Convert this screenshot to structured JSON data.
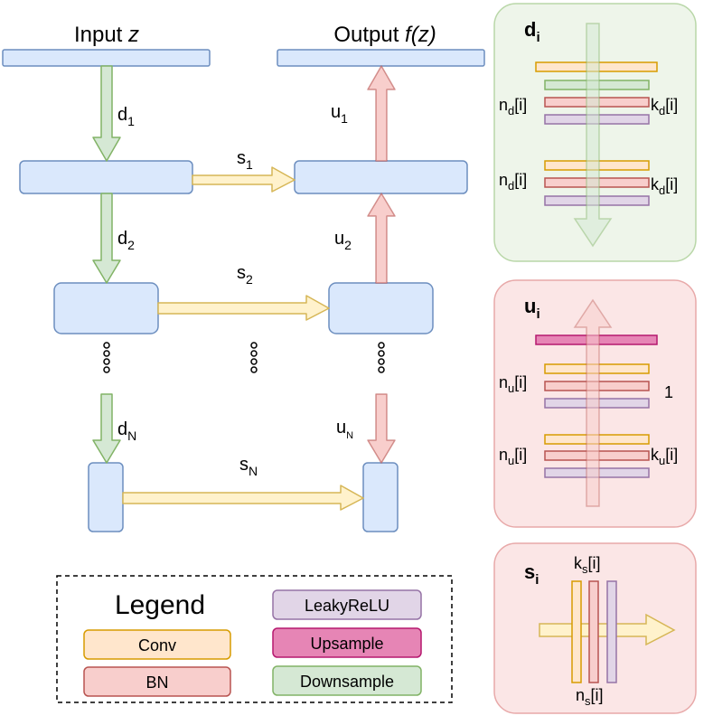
{
  "main": {
    "input_label": "Input",
    "input_var": "z",
    "output_label": "Output",
    "output_var": "f(z)",
    "down": [
      {
        "base": "d",
        "sub": "1"
      },
      {
        "base": "d",
        "sub": "2"
      },
      {
        "base": "d",
        "sub": "N"
      }
    ],
    "up": [
      {
        "base": "u",
        "sub": "1"
      },
      {
        "base": "u",
        "sub": "2"
      },
      {
        "base": "u",
        "sub": "N"
      }
    ],
    "skip": [
      {
        "base": "s",
        "sub": "1"
      },
      {
        "base": "s",
        "sub": "2"
      },
      {
        "base": "s",
        "sub": "N"
      }
    ]
  },
  "panels": {
    "down": {
      "title": "d",
      "title_sub": "i",
      "left_labels": [
        {
          "base": "n",
          "sub": "d",
          "tail": "[i]"
        },
        {
          "base": "n",
          "sub": "d",
          "tail": "[i]"
        }
      ],
      "right_labels": [
        {
          "base": "k",
          "sub": "d",
          "tail": "[i]"
        },
        {
          "base": "k",
          "sub": "d",
          "tail": "[i]"
        }
      ]
    },
    "up": {
      "title": "u",
      "title_sub": "i",
      "left_labels": [
        {
          "base": "n",
          "sub": "u",
          "tail": "[i]"
        },
        {
          "base": "n",
          "sub": "u",
          "tail": "[i]"
        }
      ],
      "right_labels": [
        {
          "base": "1",
          "sub": "",
          "tail": ""
        },
        {
          "base": "k",
          "sub": "u",
          "tail": "[i]"
        }
      ]
    },
    "skip": {
      "title": "s",
      "title_sub": "i",
      "top_label": {
        "base": "k",
        "sub": "s",
        "tail": "[i]"
      },
      "bottom_label": {
        "base": "n",
        "sub": "s",
        "tail": "[i]"
      }
    }
  },
  "legend": {
    "title": "Legend",
    "items": {
      "conv": "Conv",
      "bn": "BN",
      "leaky": "LeakyReLU",
      "upsample": "Upsample",
      "downsample": "Downsample"
    }
  },
  "colors": {
    "block_fill": "#dae8fc",
    "block_stroke": "#6c8ebf",
    "conv_fill": "#ffe6cc",
    "conv_stroke": "#d79b00",
    "bn_fill": "#f8cecc",
    "bn_stroke": "#b85450",
    "leaky_fill": "#e1d5e7",
    "leaky_stroke": "#9673a6",
    "upsample_fill": "#e685b5",
    "upsample_stroke": "#b5186f",
    "downsample_fill": "#d5e8d4",
    "downsample_stroke": "#82b366",
    "skip_arrow_fill": "#fff2cc",
    "skip_arrow_stroke": "#d6b656",
    "down_panel_bg": "#eef5ea",
    "down_panel_stroke": "#b9d7a8",
    "up_panel_bg": "#fbe6e6",
    "up_panel_stroke": "#e8a9a9",
    "skip_panel_bg": "#fbe6e6",
    "skip_panel_stroke": "#e8a9a9"
  }
}
